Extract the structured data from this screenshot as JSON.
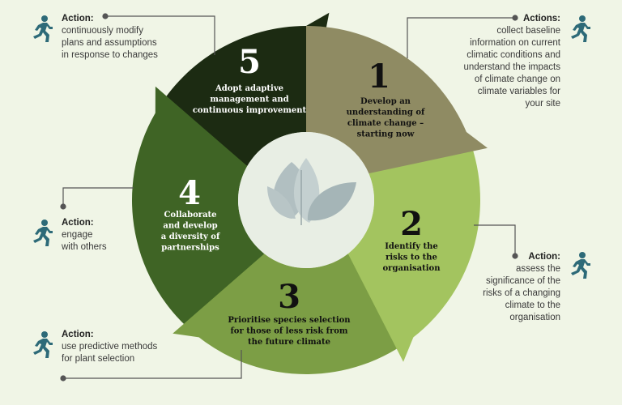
{
  "colors": {
    "background": "#f0f5e6",
    "step1": "#8f8b63",
    "step2": "#a3c45f",
    "step3": "#7c9e45",
    "step4": "#3f6425",
    "step5": "#1c2b12",
    "icon": "#2d6a78",
    "centre": "#e8eee4"
  },
  "steps": [
    {
      "number": "1",
      "lines": [
        "Develop an",
        "understanding of",
        "climate change –",
        "starting now"
      ]
    },
    {
      "number": "2",
      "lines": [
        "Identify the",
        "risks to the",
        "organisation"
      ]
    },
    {
      "number": "3",
      "lines": [
        "Prioritise species selection",
        "for those of less risk from",
        "the future climate"
      ]
    },
    {
      "number": "4",
      "lines": [
        "Collaborate",
        "and develop",
        "a diversity of",
        "partnerships"
      ]
    },
    {
      "number": "5",
      "lines": [
        "Adopt adaptive",
        "management and",
        "continuous improvement"
      ]
    }
  ],
  "actions": {
    "step1": {
      "heading": "Actions:",
      "body": [
        "collect baseline",
        "information on current",
        "climatic conditions and",
        "understand the impacts",
        "of climate change on",
        "climate variables for",
        "your site"
      ]
    },
    "step2": {
      "heading": "Action:",
      "body": [
        "assess the",
        "significance of the",
        "risks of a changing",
        "climate to the",
        "organisation"
      ]
    },
    "step3": {
      "heading": "Action:",
      "body": [
        "use predictive methods",
        "for plant selection"
      ]
    },
    "step4": {
      "heading": "Action:",
      "body": [
        "engage",
        "with others"
      ]
    },
    "step5": {
      "heading": "Action:",
      "body": [
        "continuously modify",
        "plans and assumptions",
        "in response to changes"
      ]
    }
  },
  "icons": {
    "action": "runner-icon",
    "centre": "leaves-icon"
  }
}
